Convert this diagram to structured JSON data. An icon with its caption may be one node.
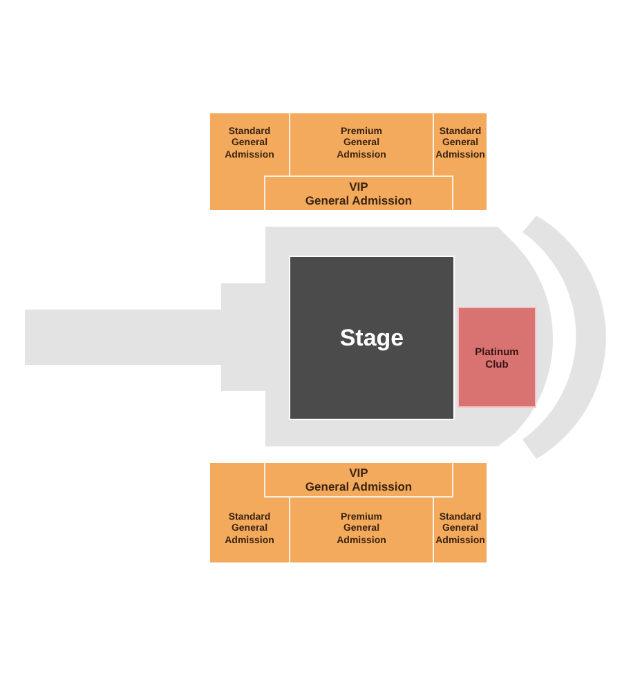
{
  "diagram": {
    "nodes": [
      {
        "text": [
          "Standard General Admission"
        ]
      },
      {
        "text": [
          "Premium General Admission"
        ]
      },
      {
        "text": [
          "Standard General Admission"
        ]
      },
      {
        "text": [
          "VIP General Admission"
        ]
      },
      {
        "text": [
          "Stage"
        ]
      },
      {
        "text": [
          "Platinum Club"
        ]
      },
      {
        "text": [
          "VIP General Admission"
        ]
      },
      {
        "text": [
          "Standard General Admission"
        ]
      },
      {
        "text": [
          "Premium General Admission"
        ]
      },
      {
        "text": [
          "Standard General Admission"
        ]
      }
    ]
  }
}
